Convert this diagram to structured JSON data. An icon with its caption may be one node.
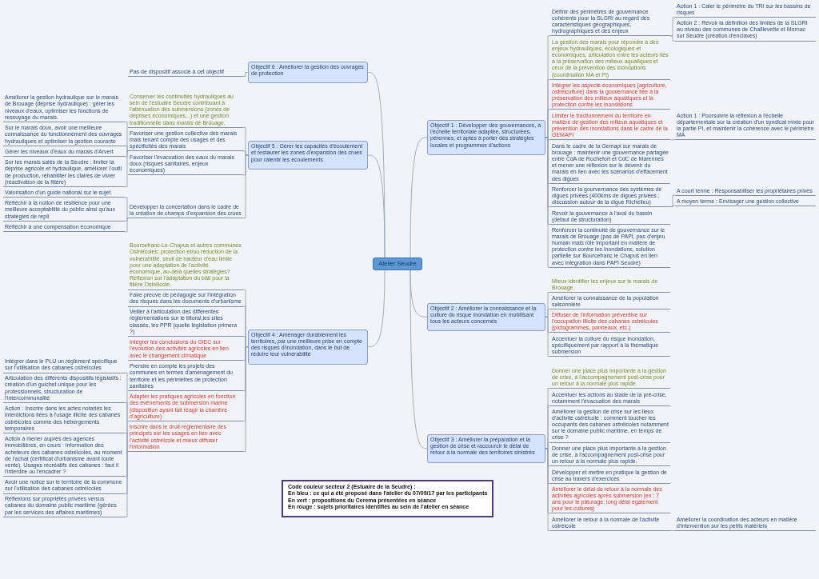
{
  "diagram": {
    "nodes": [
      {
        "text": [
          "Atelier Seudre"
        ]
      },
      {
        "text": [
          "Objectif 1 : Développer des gouvernances, à l'échelle territoriale adaptée, structurées, pérennes, et aptes à porter des stratégies locales et programmes d'actions"
        ]
      },
      {
        "text": [
          "Définir des périmètres de gouvernance cohérents pour la SLGRI au regard des caractéristiques géographiques, hydrographiques et des enjeux"
        ]
      },
      {
        "text": [
          "Action 1 : Caler le périmètre du TRI sur les bassins de risques"
        ]
      },
      {
        "text": [
          "Action 2 : Revoir la définition des limites de la SLGRI au niveau des communes de Chaillevette et Mornac sur Seudre (création d'enclaves)"
        ]
      },
      {
        "text": [
          "La gestion des marais pour répondre à des enjeux hydrauliques, écologiques et économiques, articulation entre les acteurs liés à la préservation des milieux aquatiques et ceux de la prévention des inondations (coordination MA et PI)"
        ]
      },
      {
        "text": [
          "Intégrer les aspects économiques (agriculture, ostréiculture) dans la gouvernance liée à la préservation des milieux aquatiques et la protection contre les inondations"
        ]
      },
      {
        "text": [
          "Limiter le fractionnement du territoire en matière de gestion des milieux aquatiques et prévention des inondations dans le cadre de la GEMAPI"
        ]
      },
      {
        "text": [
          "Action 1 : Poursuivre la réflexion à l'échelle départementale sur la création d'un syndicat mixte pour la partie PI, et maintenir la cohérence avec le périmètre MA"
        ]
      },
      {
        "text": [
          "Dans le cadre de la Gemapi sur marais de brouage : maintenir une gouvernance partagée entre CdA de Rochefort et CdC de Marennes et mener une réflexion sur le devenir du marais en lien avec les scénarios d'effacement des digues"
        ]
      },
      {
        "text": [
          "Renforcer la gourvernance des systèmes de digues privées (400kms de digues privées ; discussion autour de la digue Richelieu)"
        ]
      },
      {
        "text": [
          "A court terme : Responsabiliser les propriétaires privés"
        ]
      },
      {
        "text": [
          "A moyen terme : Envisager une gestion collective"
        ]
      },
      {
        "text": [
          "Revoir la gouvernance à l'aval du bassin (défaut de structuration)"
        ]
      },
      {
        "text": [
          "Renforcer la continuité de gouvernance sur le marais de Brouage (pas de PAPI, pas d'enjeu humain mais rôle important en matière de protection contre les inondations, solution partielle sur Bourcefranc le Chapus en lien avec intégration dans PAPI Seudre)"
        ]
      },
      {
        "text": [
          "Objectif 2 : Améliorer la connaissance et la culture du risque inondation en mobilisant tous les acteurs concernés"
        ]
      },
      {
        "text": [
          "Mieux identifier les enjeux sur le marais de Brouage"
        ]
      },
      {
        "text": [
          "Améliorer la connaissance de la population saisonnière"
        ]
      },
      {
        "text": [
          "Diffuser de l'information préventive sur l'occupation illicite des cabanes ostréicoles (pictogrammes, panneaux, etc.)"
        ]
      },
      {
        "text": [
          "Accentuer la culture du risque inondation, spécifiquement par rapport à la thématique submersion"
        ]
      },
      {
        "text": [
          "Objectif 3 : Améliorer la préparation et la gestion de crise et raccourcir le délai de retour à la normale des territoires sinistrés"
        ]
      },
      {
        "text": [
          "Donner une place plus importante à la gestion de crise, à l'accompagnement post-crise pour un retour à la normale plus rapide."
        ]
      },
      {
        "text": [
          "Accentuer les actions au stade de la pré-crise, notamment l'évacuation des marais"
        ]
      },
      {
        "text": [
          "Améliorer la gestion de crise sur les lieux d'activité ostréicole : comment toucher les occupants des cabanes ostréicoles notamment sur le domaine public maritime, en temps de crise ?"
        ]
      },
      {
        "text": [
          "Donner une place plus importante à la gestion de crise, à l'accompagnement post-crise pour un retour à la normale plus rapide."
        ]
      },
      {
        "text": [
          "Développer et mettre en pratique la gestion de crise au travers d'exercices"
        ]
      },
      {
        "text": [
          "Améliorer le délai de retour à la normale des activités agricoles après submersion (ex : 7 ans pour le pâturage, long délai également pour les cultures)"
        ]
      },
      {
        "text": [
          "Améliorer le retour à la normale de l'activité ostréicole"
        ]
      },
      {
        "text": [
          "Améliorer la coordination des acteurs en matière d'intervention sur les petits matériels"
        ]
      },
      {
        "text": [
          "Objectif 4 : Aménager durablement les territoires, par une meilleure prise en compte des risques d'inondation, dans le but de réduire leur vulnérabilité"
        ]
      },
      {
        "text": [
          "Bourcefranc-Le-Chapus et autres communes Ostréicoles: protection et/ou réduction de la vulnérabilité, seuil de hauteur d'eau limite pour une adaptation de l'activité économique, au-delà quelles stratégies? Réflexion sur l'adaptation du bâti pour la filière Ostréicole."
        ]
      },
      {
        "text": [
          "Faire preuve de pédagogie sur l'intégration des risques dans les documents d'urbanisme"
        ]
      },
      {
        "text": [
          "Veiller à l'articulation des différentes réglementations sur le littoral,les sites classés, les PPR (quelle législation primera ?)"
        ]
      },
      {
        "text": [
          "Intégrer les conclusions du GIEC sur l'évolution des activités agricoles en lien avec le changement climatique"
        ]
      },
      {
        "text": [
          "Prendre en compte les projets des communes en termes d'aménagement du territoire et les périmètres de protection sanitaires"
        ]
      },
      {
        "text": [
          "Adapter les pratiques agricoles en fonction des évènements de submersion marine (disposition ayant fait réagir la chambre d'agriculture)"
        ]
      },
      {
        "text": [
          "Inscrire dans le droit réglementaire des principes sur les usages en lien avec l'activité ostréicole et mieux diffuser l'information"
        ]
      },
      {
        "text": [
          "Intégrer dans le PLU un réglement spécifique sur l'utilisation des cabanes ostréicoles"
        ]
      },
      {
        "text": [
          "Articulation des différents dispositifs législatifs : création d'un guichet unique pour les professionnels, structuration de l'intercommunalité"
        ]
      },
      {
        "text": [
          "Action : Inscrire dans les actes notariés les interdictions liées à l'usage illicite des cabanes ostréicoles comme des hébergements temporaires"
        ]
      },
      {
        "text": [
          "Action à mener auprès des agences immobilières, en cours : information des acheteurs des cabanes ostréicoles, au moment de l'achat (certificat d'urbanisme avant toute vente). Usages récréatifs des cabanes : faut il l'interdire ou l'encadrer ?"
        ]
      },
      {
        "text": [
          "Avoir une notice sur le territoire de la commune sur l'utilisation des cabanes ostréicoles"
        ]
      },
      {
        "text": [
          "Réflexions sur propriétés privées versus cabanes du domaine public maritime (gérées par les services des affaires maritimes)"
        ]
      },
      {
        "text": [
          "Objectif 5 : Gérer les capacités d'écoulement et restaurer les zones d'expansion des crues pour ralentir les écoulements"
        ]
      },
      {
        "text": [
          "Conserver les continuités hydrauliques au sein de l'estuaire Seudre contribuant à l'atténuation des submersions (zones de déprises économiques,..) et une gestion traditionnelle dans marais de Brouage,"
        ]
      },
      {
        "text": [
          "Favoriser une gestion collective des marais mais tenant compte des usages et des spécificités des marais"
        ]
      },
      {
        "text": [
          "Améliorer la gestion hydraulique sur le marais de Brouage (déprise hydraulique) : gérer les niveaux d'eaux, optimiser les fonctions de ressuyage du marais."
        ]
      },
      {
        "text": [
          "Sur le marais doux, avoir une meilleure connaissance du fonctionnement des ouvrages hydrauliques et optimiser la gestion courante"
        ]
      },
      {
        "text": [
          "Gérer les niveaux d'eaux du marais d'Arvert"
        ]
      },
      {
        "text": [
          "Sur les marais salés de la Seudre : limiter la déprise agricole et hydraulique, améliorer l'outil de production, réhabiliter les claires de vivier (réactivation de la filière)"
        ]
      },
      {
        "text": [
          "Favoriser l'évacuation des eaux du marais doux (risques sanitaires, enjeux économiques)"
        ]
      },
      {
        "text": [
          "Développer la concertation dans le cadre de la création de champs d'expansion des crues"
        ]
      },
      {
        "text": [
          "Valorisation d'un guide national sur le sujet"
        ]
      },
      {
        "text": [
          "Réfléchir à la notion de résilience pour une meilleure acceptabilité du public ainsi qu'aux stratégies de repli"
        ]
      },
      {
        "text": [
          "Réfléchir à une compensation économique"
        ]
      },
      {
        "text": [
          "Objectif 6 : Améliorer la gestion des ouvrages de protection"
        ]
      },
      {
        "text": [
          "Pas de dispositif associé à cet objectif"
        ]
      }
    ],
    "edges": [
      {
        "from": 0,
        "to": 1,
        "arrow": "none"
      },
      {
        "from": 1,
        "to": 2,
        "arrow": "none"
      },
      {
        "from": 2,
        "to": 3,
        "arrow": "none"
      },
      {
        "from": 2,
        "to": 4,
        "arrow": "none"
      },
      {
        "from": 1,
        "to": 5,
        "arrow": "none"
      },
      {
        "from": 1,
        "to": 6,
        "arrow": "none"
      },
      {
        "from": 1,
        "to": 7,
        "arrow": "none"
      },
      {
        "from": 7,
        "to": 8,
        "arrow": "none"
      },
      {
        "from": 1,
        "to": 9,
        "arrow": "none"
      },
      {
        "from": 1,
        "to": 10,
        "arrow": "none"
      },
      {
        "from": 10,
        "to": 11,
        "arrow": "none"
      },
      {
        "from": 10,
        "to": 12,
        "arrow": "none"
      },
      {
        "from": 1,
        "to": 13,
        "arrow": "none"
      },
      {
        "from": 1,
        "to": 14,
        "arrow": "none"
      },
      {
        "from": 0,
        "to": 15,
        "arrow": "none"
      },
      {
        "from": 15,
        "to": 16,
        "arrow": "none"
      },
      {
        "from": 15,
        "to": 17,
        "arrow": "none"
      },
      {
        "from": 15,
        "to": 18,
        "arrow": "none"
      },
      {
        "from": 15,
        "to": 19,
        "arrow": "none"
      },
      {
        "from": 0,
        "to": 20,
        "arrow": "none"
      },
      {
        "from": 20,
        "to": 21,
        "arrow": "none"
      },
      {
        "from": 20,
        "to": 22,
        "arrow": "none"
      },
      {
        "from": 20,
        "to": 23,
        "arrow": "none"
      },
      {
        "from": 20,
        "to": 24,
        "arrow": "none"
      },
      {
        "from": 20,
        "to": 25,
        "arrow": "none"
      },
      {
        "from": 20,
        "to": 26,
        "arrow": "none"
      },
      {
        "from": 20,
        "to": 27,
        "arrow": "none"
      },
      {
        "from": 27,
        "to": 28,
        "arrow": "none"
      },
      {
        "from": 0,
        "to": 29,
        "arrow": "none"
      },
      {
        "from": 29,
        "to": 30,
        "arrow": "none"
      },
      {
        "from": 29,
        "to": 31,
        "arrow": "none"
      },
      {
        "from": 29,
        "to": 32,
        "arrow": "none"
      },
      {
        "from": 29,
        "to": 33,
        "arrow": "none"
      },
      {
        "from": 29,
        "to": 34,
        "arrow": "none"
      },
      {
        "from": 29,
        "to": 35,
        "arrow": "none"
      },
      {
        "from": 29,
        "to": 36,
        "arrow": "none"
      },
      {
        "from": 36,
        "to": 37,
        "arrow": "none"
      },
      {
        "from": 36,
        "to": 38,
        "arrow": "none"
      },
      {
        "from": 36,
        "to": 39,
        "arrow": "none"
      },
      {
        "from": 36,
        "to": 40,
        "arrow": "none"
      },
      {
        "from": 36,
        "to": 41,
        "arrow": "none"
      },
      {
        "from": 36,
        "to": 42,
        "arrow": "none"
      },
      {
        "from": 0,
        "to": 43,
        "arrow": "none"
      },
      {
        "from": 43,
        "to": 44,
        "arrow": "none"
      },
      {
        "from": 43,
        "to": 45,
        "arrow": "none"
      },
      {
        "from": 45,
        "to": 46,
        "arrow": "none"
      },
      {
        "from": 45,
        "to": 47,
        "arrow": "none"
      },
      {
        "from": 45,
        "to": 48,
        "arrow": "none"
      },
      {
        "from": 45,
        "to": 49,
        "arrow": "none"
      },
      {
        "from": 43,
        "to": 50,
        "arrow": "none"
      },
      {
        "from": 43,
        "to": 51,
        "arrow": "none"
      },
      {
        "from": 51,
        "to": 52,
        "arrow": "none"
      },
      {
        "from": 51,
        "to": 53,
        "arrow": "none"
      },
      {
        "from": 51,
        "to": 54,
        "arrow": "none"
      },
      {
        "from": 0,
        "to": 55,
        "arrow": "none"
      },
      {
        "from": 55,
        "to": 56,
        "arrow": "none"
      }
    ],
    "labels": [
      "Code couleur secteur 2 (Estuaire de la Seudre) :",
      "En bleu : ce qui a été proposé dans l'atelier du 07/09/17 par les participants",
      "En vert : propositions du Cerema présentées en séance",
      "En rouge : sujets prioritaires identifiés au sein de l'atelier en séance"
    ]
  }
}
